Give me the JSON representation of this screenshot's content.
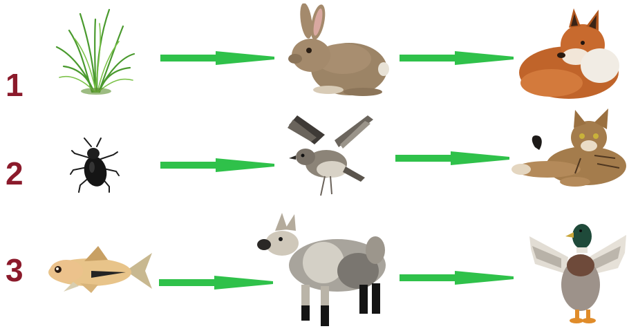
{
  "colors": {
    "number": "#8b1a2b",
    "arrow": "#2fc14a",
    "background": "#ffffff"
  },
  "rows": [
    {
      "number": "1",
      "items": [
        "grass-icon",
        "rabbit-icon",
        "fox-icon"
      ]
    },
    {
      "number": "2",
      "items": [
        "beetle-icon",
        "bird-icon",
        "cat-icon"
      ]
    },
    {
      "number": "3",
      "items": [
        "fish-icon",
        "goat-icon",
        "duck-icon"
      ]
    }
  ]
}
